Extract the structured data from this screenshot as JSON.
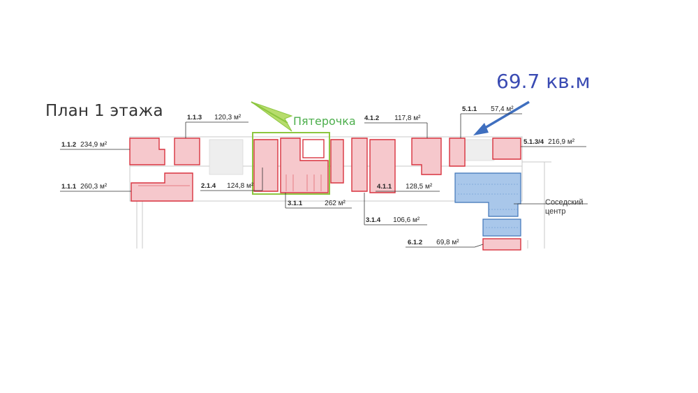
{
  "plan": {
    "title": "План 1 этажа",
    "area_callout": "69.7 кв.м",
    "brand_label": "Пятерочка",
    "neighbour_label_line1": "Соседский",
    "neighbour_label_line2": "центр",
    "units": [
      {
        "code": "1.1.2",
        "area": "234,9 м²"
      },
      {
        "code": "1.1.3",
        "area": "120,3 м²"
      },
      {
        "code": "1.1.1",
        "area": "260,3 м²"
      },
      {
        "code": "2.1.4",
        "area": "124,8 м²"
      },
      {
        "code": "3.1.1",
        "area": "262 м²"
      },
      {
        "code": "3.1.4",
        "area": "106,6 м²"
      },
      {
        "code": "4.1.2",
        "area": "117,8 м²"
      },
      {
        "code": "4.1.1",
        "area": "128,5 м²"
      },
      {
        "code": "5.1.1",
        "area": "57,4 м²"
      },
      {
        "code": "5.1.3/4",
        "area": "216,9 м²"
      },
      {
        "code": "6.1.2",
        "area": "69,8 м²"
      }
    ]
  },
  "colors": {
    "unit_fill": "#f6c8cc",
    "unit_stroke": "#d8323e",
    "neighbour_fill": "#a9c7ea",
    "neighbour_stroke": "#3f74b8",
    "highlight": "#8cc63f",
    "callout": "#3a4bb3"
  }
}
